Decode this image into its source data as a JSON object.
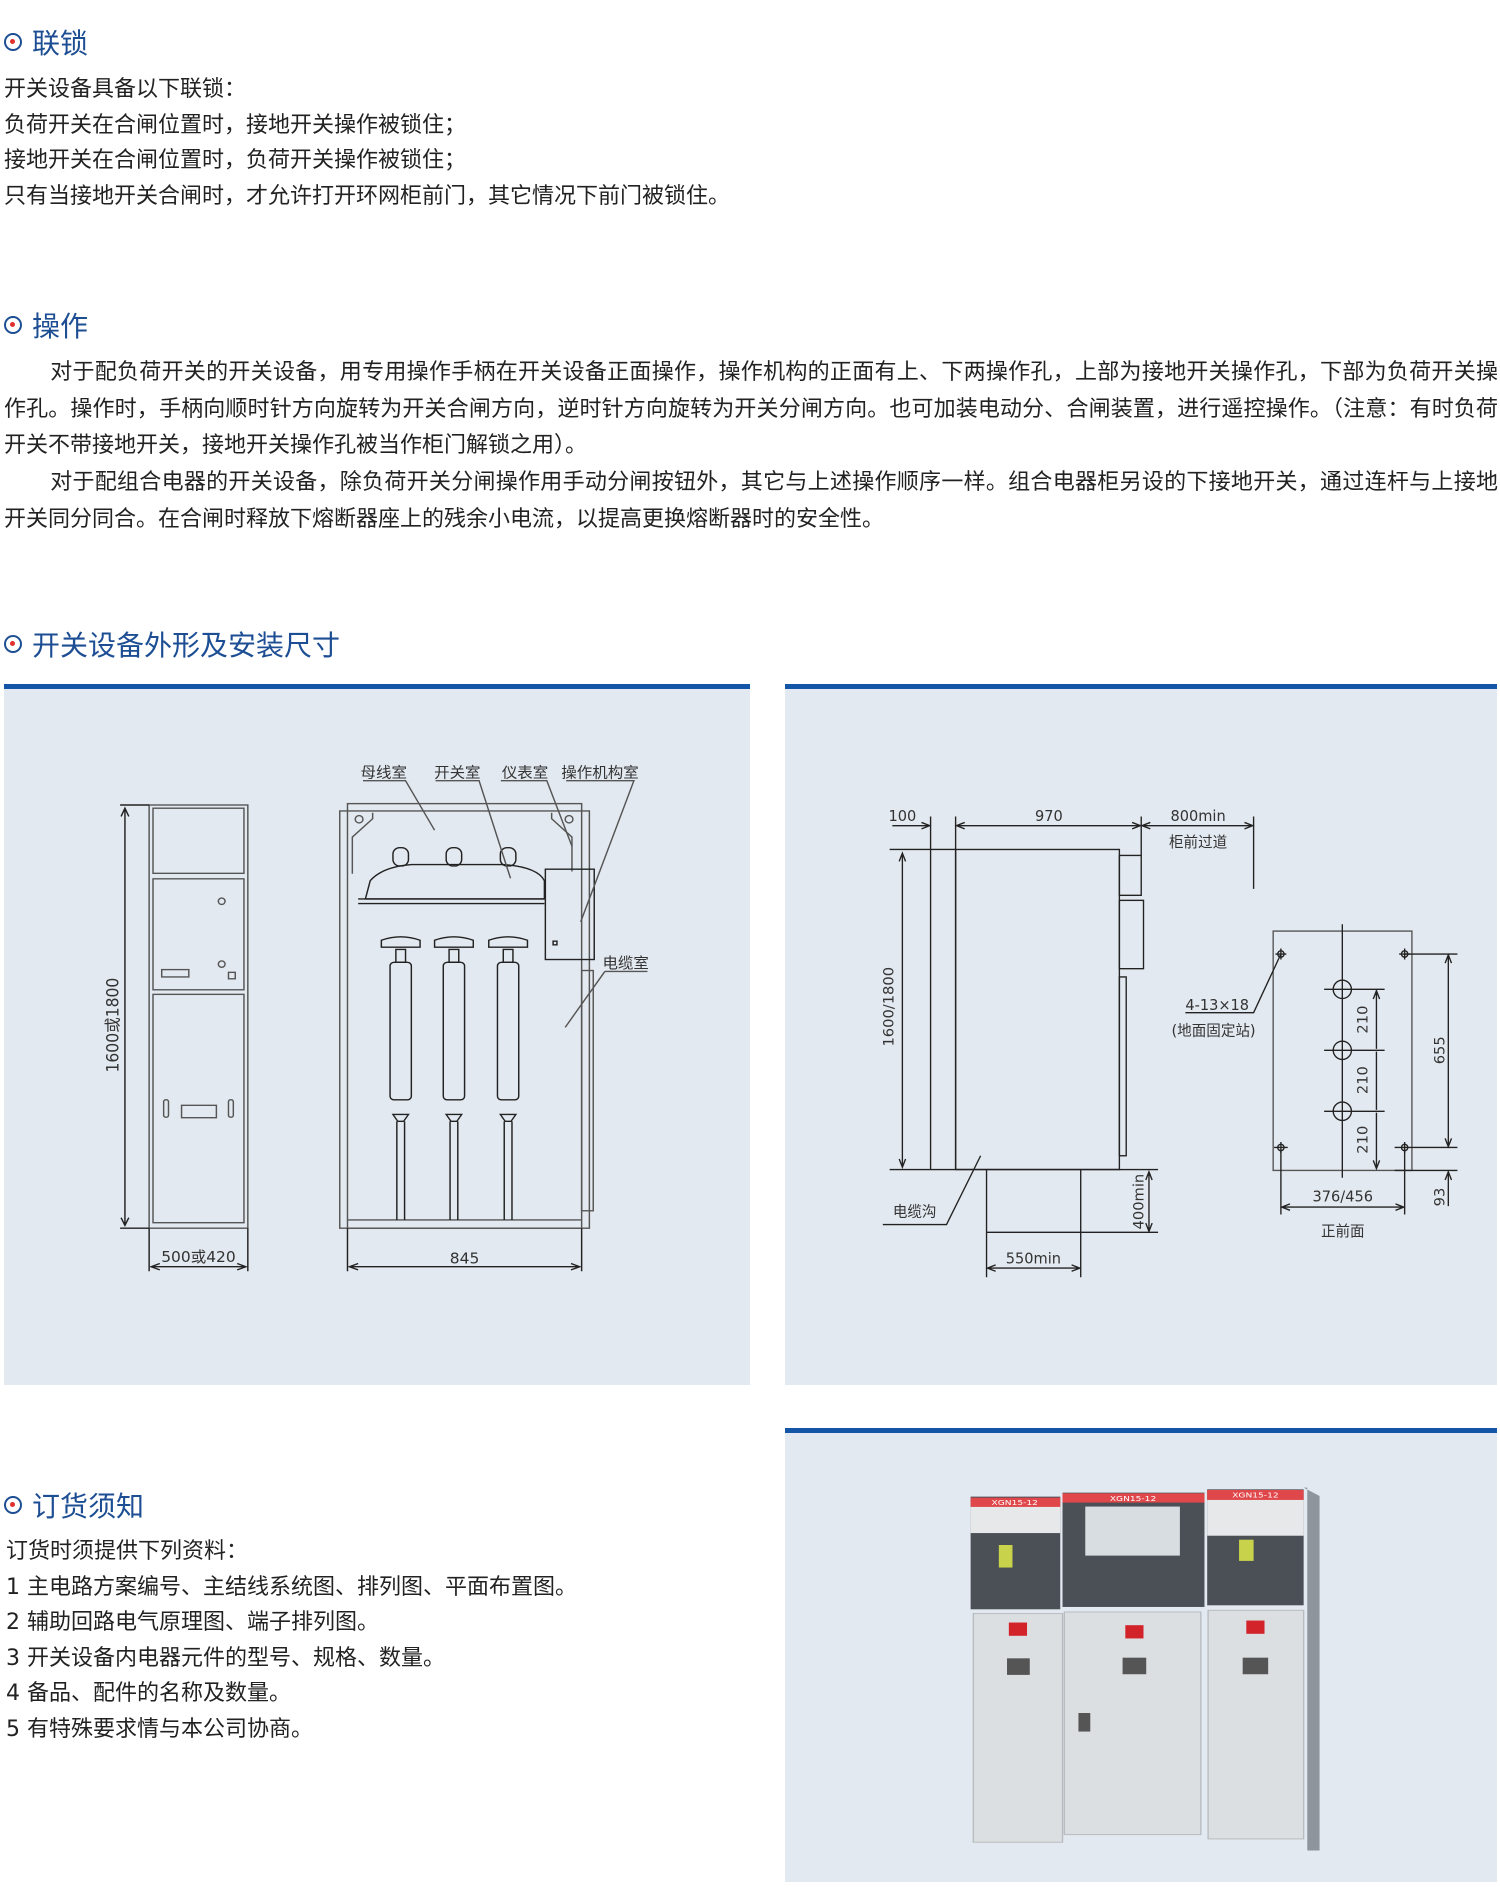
{
  "sections": {
    "interlock": {
      "title": "联锁",
      "lines": [
        "开关设备具备以下联锁：",
        "负荷开关在合闸位置时，接地开关操作被锁住；",
        "接地开关在合闸位置时，负荷开关操作被锁住；",
        "只有当接地开关合闸时，才允许打开环网柜前门，其它情况下前门被锁住。"
      ]
    },
    "operation": {
      "title": "操作",
      "paragraphs": [
        "对于配负荷开关的开关设备，用专用操作手柄在开关设备正面操作，操作机构的正面有上、下两操作孔，上部为接地开关操作孔，下部为负荷开关操作孔。操作时，手柄向顺时针方向旋转为开关合闸方向，逆时针方向旋转为开关分闸方向。也可加装电动分、合闸装置，进行遥控操作。（注意：有时负荷开关不带接地开关，接地开关操作孔被当作柜门解锁之用）。",
        "对于配组合电器的开关设备，除负荷开关分闸操作用手动分闸按钮外，其它与上述操作顺序一样。组合电器柜另设的下接地开关，通过连杆与上接地开关同分同合。在合闸时释放下熔断器座上的残余小电流，以提高更换熔断器时的安全性。"
      ]
    },
    "dimensions": {
      "title": "开关设备外形及安装尺寸",
      "left_drawing": {
        "height_label": "1600或1800",
        "width_label": "500或420",
        "depth_label": "845",
        "compartments": [
          "母线室",
          "开关室",
          "仪表室",
          "操作机构室",
          "电缆室"
        ]
      },
      "right_drawing": {
        "dim_100": "100",
        "dim_970": "970",
        "dim_800": "800min",
        "front_aisle": "柜前过道",
        "height_label": "1600/1800",
        "cable_trench": "电缆沟",
        "dim_400": "400min",
        "dim_550": "550min",
        "holes": "4-13×18",
        "holes_note": "(地面固定站)",
        "dim_210": "210",
        "dim_655": "655",
        "dim_93": "93",
        "dim_376": "376/456",
        "front_label": "正前面"
      }
    },
    "ordering": {
      "title": "订货须知",
      "lines": [
        "订货时须提供下列资料：",
        "1 主电路方案编号、主结线系统图、排列图、平面布置图。",
        "2 辅助回路电气原理图、端子排列图。",
        "3 开关设备内电器元件的型号、规格、数量。",
        "4 备品、配件的名称及数量。",
        "5 有特殊要求情与本公司协商。"
      ]
    },
    "photo": {
      "model_labels": [
        "XGN15-12",
        "XGN15-12",
        "XGN15-12"
      ]
    }
  },
  "colors": {
    "heading": "#1d4e94",
    "accent_bar": "#1555a8",
    "panel_bg": "#e3e9f0",
    "bullet_dot": "#e2302c"
  }
}
